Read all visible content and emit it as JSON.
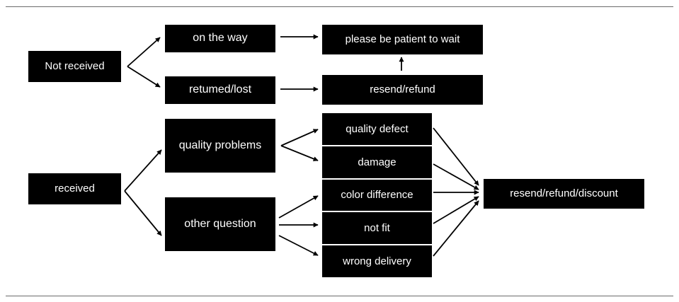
{
  "colors": {
    "box_fill": "#000000",
    "box_text": "#ffffff",
    "line": "#000000",
    "rule": "#6b6b6b"
  },
  "nodes": {
    "not_received": "Not received",
    "on_the_way": "on the way",
    "returned_lost": "retumed/lost",
    "please_wait": "please be patient to wait",
    "resend_refund": "resend/refund",
    "received": "received",
    "quality_problems": "quality problems",
    "other_question": "other question",
    "quality_defect": "quality defect",
    "damage": "damage",
    "color_difference": "color difference",
    "not_fit": "not fit",
    "wrong_delivery": "wrong delivery",
    "resend_refund_discount": "resend/refund/discount"
  }
}
